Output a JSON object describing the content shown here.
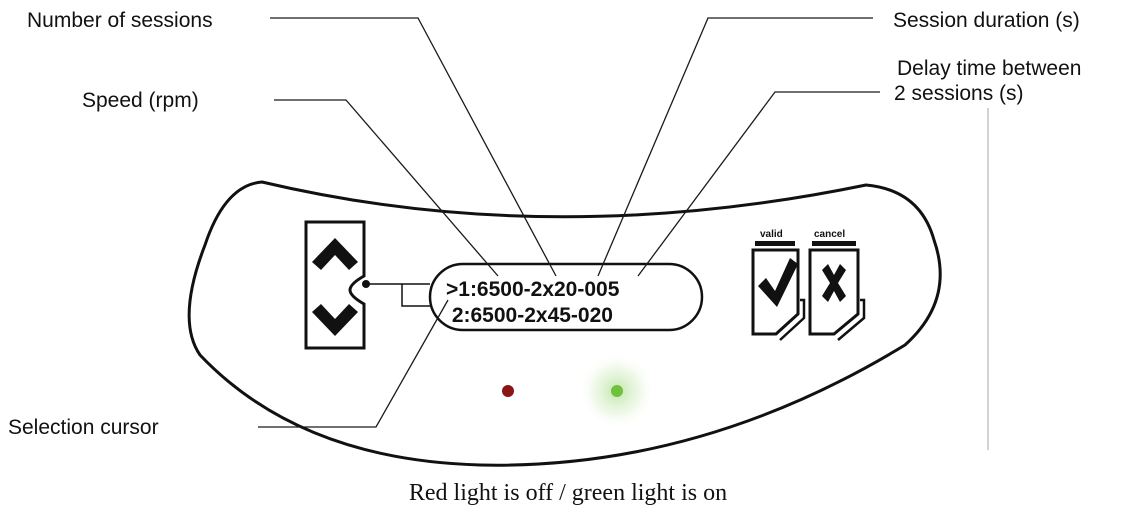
{
  "labels": {
    "number_of_sessions": "Number of sessions",
    "session_duration": "Session duration (s)",
    "speed": "Speed (rpm)",
    "delay_line1": "Delay time between",
    "delay_line2": "2 sessions (s)",
    "selection_cursor": "Selection cursor"
  },
  "display": {
    "line1": ">1:6500-2x20-005",
    "line2": " 2:6500-2x45-020"
  },
  "buttons": {
    "valid_label": "valid",
    "cancel_label": "cancel",
    "up_icon": "chevron-up-icon",
    "down_icon": "chevron-down-icon",
    "valid_icon": "check-icon",
    "cancel_icon": "cross-icon"
  },
  "lights": {
    "red": {
      "state": "off",
      "color": "#8b1414"
    },
    "green": {
      "state": "on",
      "color": "#6fc03c"
    }
  },
  "caption": "Red light is off / green light is on"
}
